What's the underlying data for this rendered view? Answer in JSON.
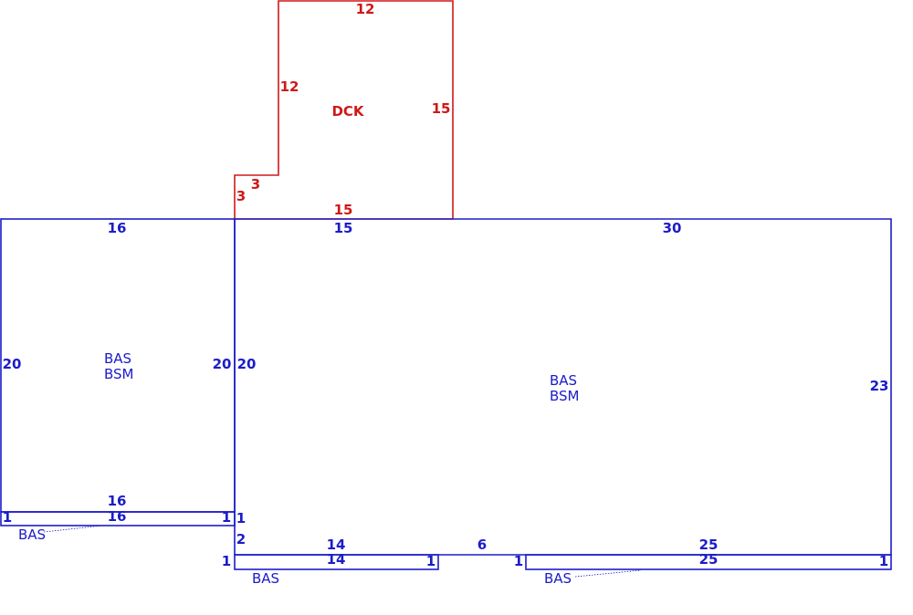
{
  "colors": {
    "living": "#1c1cc8",
    "deck": "#d01818"
  },
  "deck": {
    "label": "DCK",
    "dims": {
      "top": "12",
      "left_upper": "12",
      "right": "15",
      "step_h": "3",
      "step_v": "3",
      "bottom": "15"
    }
  },
  "left_block": {
    "label_1": "BAS",
    "label_2": "BSM",
    "dims": {
      "top": "16",
      "left": "20",
      "right": "20",
      "bottom": "16"
    }
  },
  "main_block": {
    "label_1": "BAS",
    "label_2": "BSM",
    "dims": {
      "top_left": "15",
      "top_right": "30",
      "left": "20",
      "right": "23",
      "notch": "1",
      "step": "2",
      "bottom_left": "14",
      "bottom_mid": "6",
      "bottom_right": "25"
    }
  },
  "strip_left": {
    "label": "BAS",
    "dims": {
      "top": "16",
      "left": "1",
      "right": "1"
    }
  },
  "strip_mid": {
    "label": "BAS",
    "dims": {
      "top": "14",
      "left": "1",
      "right": "1"
    }
  },
  "strip_right": {
    "label": "BAS",
    "dims": {
      "top": "25",
      "left": "1",
      "right": "1"
    }
  }
}
